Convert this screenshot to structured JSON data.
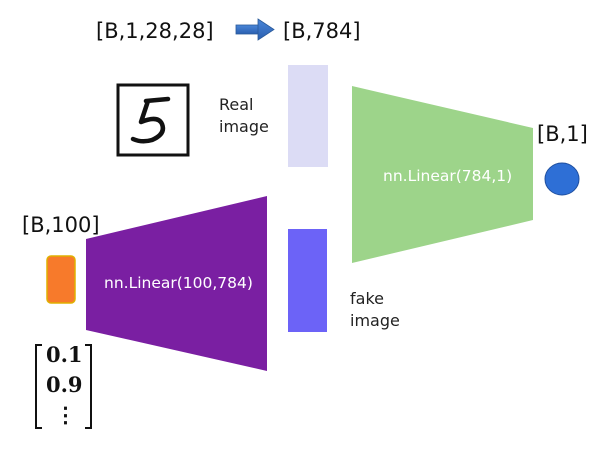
{
  "top": {
    "input_shape": "[B,1,28,28]",
    "flat_shape": "[B,784]"
  },
  "real_image_label": "Real\nimage",
  "fake_image_label": "fake\nimage",
  "discriminator": {
    "layer_label": "nn.Linear(784,1)",
    "output_shape": "[B,1]",
    "color": "#9dd48a",
    "output_color": "#2e6fd6"
  },
  "generator": {
    "layer_label": "nn.Linear(100,784)",
    "input_shape": "[B,100]",
    "color": "#7a1fa2",
    "noise_color": "#f77a2b"
  },
  "real_bar_color": "#dcdcf5",
  "fake_bar_color": "#6c63f7",
  "noise_vector": {
    "values": [
      "0.1",
      "0.9",
      "⋮"
    ]
  },
  "digit_image": {
    "glyph": "5"
  }
}
